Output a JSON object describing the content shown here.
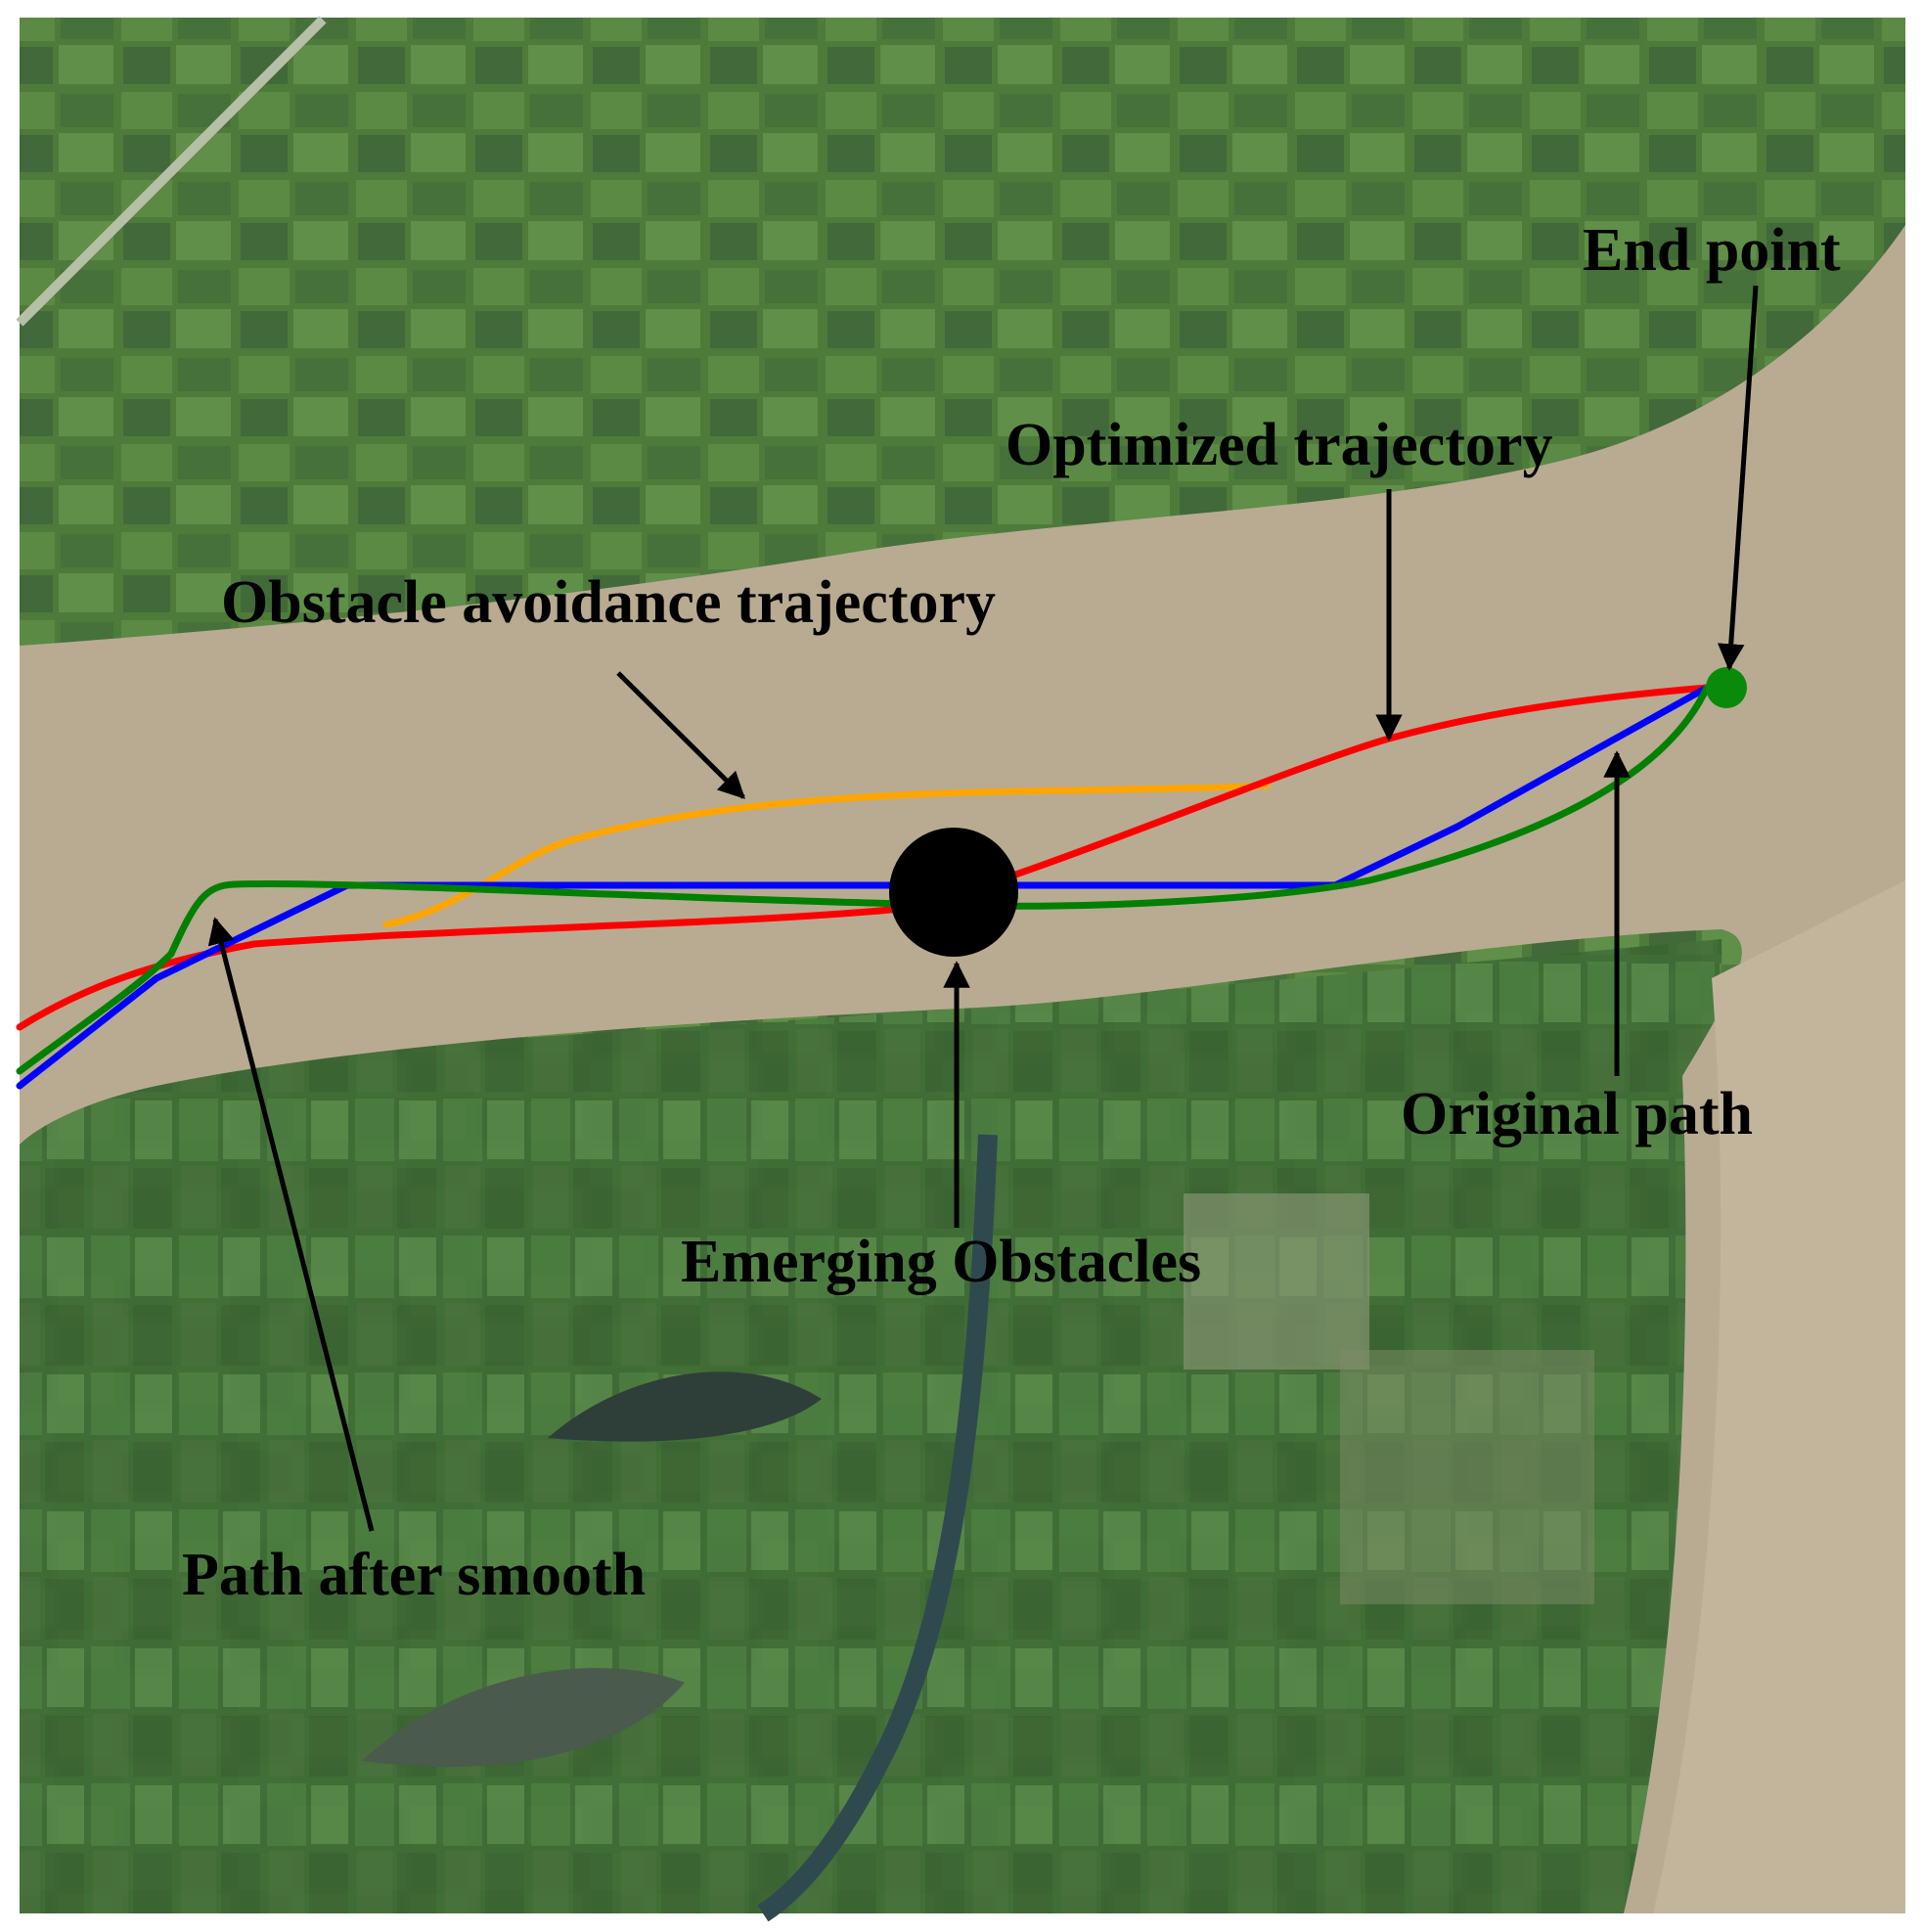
{
  "labels": {
    "end_point": "End point",
    "optimized_trajectory": "Optimized trajectory",
    "obstacle_avoidance_trajectory": "Obstacle avoidance trajectory",
    "original_path": "Original path",
    "emerging_obstacles": "Emerging Obstacles",
    "path_after_smooth": "Path after smooth"
  },
  "colors": {
    "original_path": "#0000ff",
    "path_after_smooth": "#008000",
    "optimized_trajectory": "#ff0000",
    "obstacle_avoidance_trajectory": "#ffa500",
    "obstacle": "#000000",
    "end_point": "#0a8a0a",
    "water": "#b9ac93",
    "land": "#4f7d3c"
  },
  "map": {
    "type": "satellite imagery",
    "features": [
      "river",
      "farmland",
      "canal",
      "ponds"
    ]
  }
}
